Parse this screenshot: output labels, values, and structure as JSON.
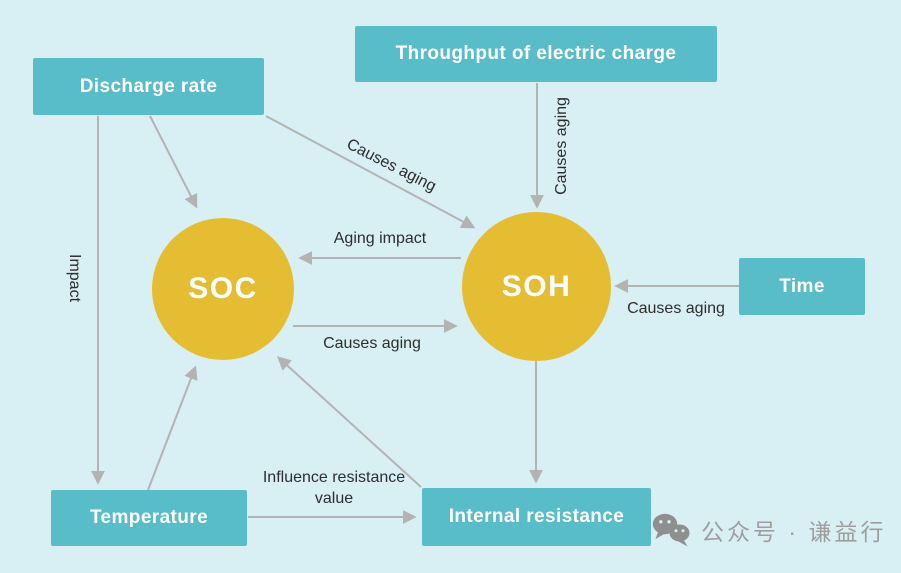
{
  "diagram": {
    "nodes": [
      {
        "id": "discharge-rate",
        "shape": "box",
        "label": "Discharge rate"
      },
      {
        "id": "throughput",
        "shape": "box",
        "label": "Throughput of electric charge"
      },
      {
        "id": "time",
        "shape": "box",
        "label": "Time"
      },
      {
        "id": "temperature",
        "shape": "box",
        "label": "Temperature"
      },
      {
        "id": "internal-resistance",
        "shape": "box",
        "label": "Internal resistance"
      },
      {
        "id": "soc",
        "shape": "circle",
        "label": "SOC"
      },
      {
        "id": "soh",
        "shape": "circle",
        "label": "SOH"
      }
    ],
    "edges": [
      {
        "from": "discharge-rate",
        "to": "soc",
        "label": ""
      },
      {
        "from": "discharge-rate",
        "to": "soh",
        "label": "Causes aging"
      },
      {
        "from": "discharge-rate",
        "to": "temperature",
        "label": "Impact"
      },
      {
        "from": "throughput",
        "to": "soh",
        "label": "Causes aging"
      },
      {
        "from": "soh",
        "to": "soc",
        "label": "Aging impact"
      },
      {
        "from": "soc",
        "to": "soh",
        "label": "Causes aging"
      },
      {
        "from": "time",
        "to": "soh",
        "label": "Causes aging"
      },
      {
        "from": "temperature",
        "to": "soc",
        "label": ""
      },
      {
        "from": "temperature",
        "to": "internal-resistance",
        "label": "Influence resistance value"
      },
      {
        "from": "internal-resistance",
        "to": "soc",
        "label": ""
      },
      {
        "from": "soh",
        "to": "internal-resistance",
        "label": ""
      }
    ],
    "edge_labels": {
      "discharge_to_soh": "Causes aging",
      "throughput_to_soh": "Causes aging",
      "soh_to_soc": "Aging impact",
      "soc_to_soh": "Causes aging",
      "time_to_soh": "Causes aging",
      "discharge_to_temperature": "Impact",
      "temperature_to_internal": "Influence resistance value"
    },
    "colors": {
      "bg": "#d8f0f4",
      "node_box": "#58bdc8",
      "node_circle": "#e4bd33",
      "arrow": "#b3b3b3",
      "edge_text": "#2d2d2d",
      "node_text": "#ffffff",
      "watermark": "#9e9e9e"
    }
  },
  "watermark": {
    "icon": "wechat-icon",
    "text": "公众号 · 谦益行"
  }
}
